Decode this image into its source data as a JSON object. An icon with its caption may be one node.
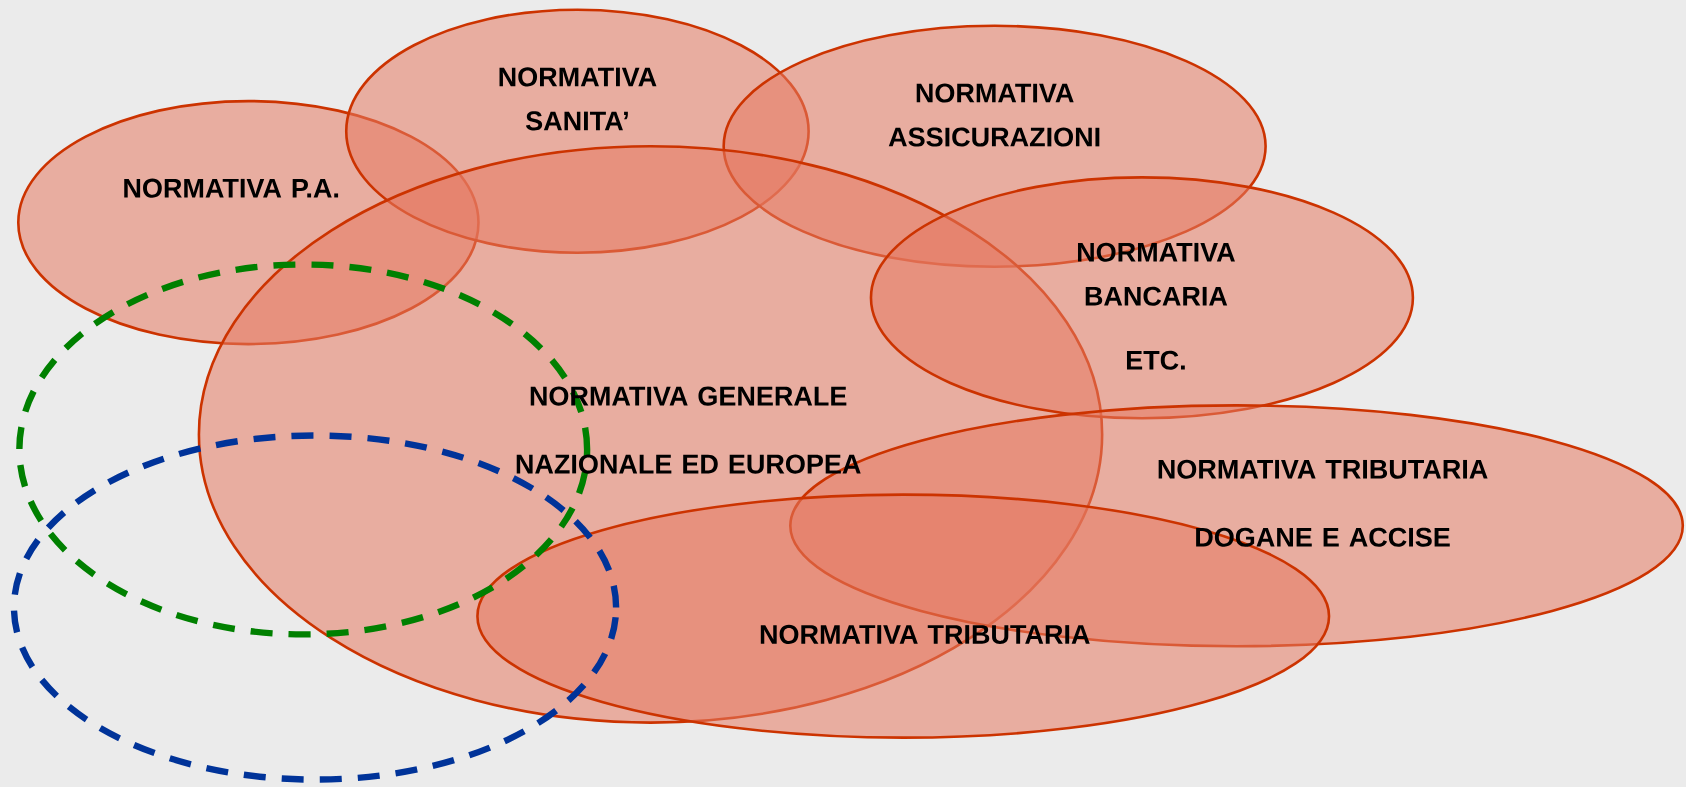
{
  "diagram": {
    "nodes": [
      {
        "text": [
          "NORMATIVA P.A."
        ]
      },
      {
        "text": [
          "NORMATIVA SANITA’"
        ]
      },
      {
        "text": [
          "NORMATIVA ASSICURAZIONI"
        ]
      },
      {
        "text": [
          "NORMATIVA GENERALE NAZIONALE ED EUROPEA"
        ]
      },
      {
        "text": [
          "NORMATIVA BANCARIA",
          "ETC."
        ]
      },
      {
        "text": [
          "NORMATIVA TRIBUTARIA DOGANE E ACCISE"
        ]
      },
      {
        "text": [
          "NORMATIVA TRIBUTARIA"
        ]
      },
      {
        "text": [],
        "shape": "ellipse"
      },
      {
        "text": [],
        "shape": "ellipse"
      }
    ]
  }
}
